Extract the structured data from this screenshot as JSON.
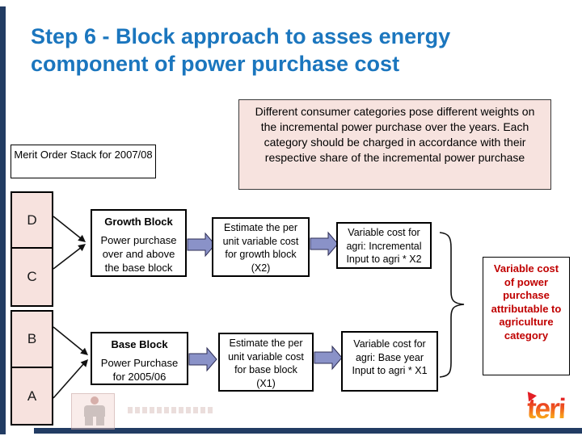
{
  "title": {
    "text": "Step 6 - Block approach to asses energy component of power purchase  cost"
  },
  "note": {
    "text": "Different consumer categories pose different weights on the incremental power purchase over the years. Each category should be charged in accordance with their respective share of the incremental power purchase"
  },
  "merit": {
    "text": "Merit Order Stack for 2007/08"
  },
  "stack": {
    "blocks": [
      {
        "label": "D"
      },
      {
        "label": "C"
      },
      {
        "label": "B"
      },
      {
        "label": "A"
      }
    ]
  },
  "growth_flow": {
    "block": {
      "heading": "Growth Block",
      "body": "Power purchase over and above the base block"
    },
    "estimate": {
      "text": "Estimate the per unit variable cost for growth block (X2)"
    },
    "variable": {
      "text": "Variable cost for agri: Incremental Input to agri * X2"
    }
  },
  "base_flow": {
    "block": {
      "heading": "Base Block",
      "body": "Power Purchase for 2005/06"
    },
    "estimate": {
      "text": "Estimate the per unit variable cost for base block (X1)"
    },
    "variable": {
      "text": "Variable cost for agri:  Base year Input to agri * X1"
    }
  },
  "result": {
    "text": "Variable cost of power purchase attributable to agriculture category"
  },
  "logo": {
    "text": "teri"
  },
  "colors": {
    "title_blue": "#1B76BE",
    "pink_fill": "#F7E2DE",
    "note_fill": "#F7E3DF",
    "arrow_fill": "#8A92C8",
    "result_red": "#C00000",
    "frame_navy": "#223C63"
  }
}
